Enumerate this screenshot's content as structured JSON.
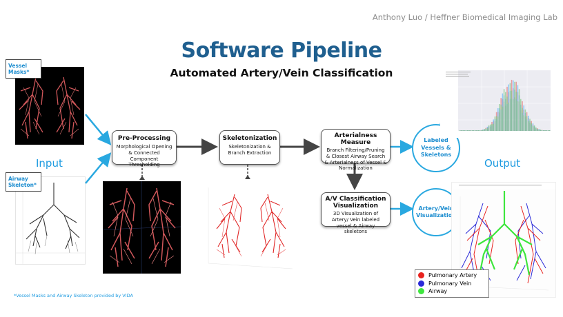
{
  "header": {
    "credit": "Anthony Luo / Heffner Biomedical Imaging Lab",
    "title": "Software Pipeline",
    "subtitle": "Automated Artery/Vein Classification"
  },
  "inputs": {
    "section_label": "Input",
    "vessel_label": "Vessel Masks*",
    "airway_label": "Airway Skeleton*"
  },
  "steps": {
    "preprocessing": {
      "title": "Pre-Processing",
      "desc": "Morphological Opening & Connected Component Thresholding"
    },
    "skeletonization": {
      "title": "Skeletonization",
      "desc": "Skeletonization & Branch Extraction"
    },
    "arterialness": {
      "title": "Arterialness Measure",
      "desc": "Branch Filtering/Pruning & Closest Airway Search & Arterialness of Vessel & Normalization"
    },
    "visualization": {
      "title": "A/V Classification Visualization",
      "desc": "3D Visualization of Artery/ Vein labeled vessel & Airway skeletons"
    }
  },
  "outputs": {
    "section_label": "Output",
    "labeled": "Labeled Vessels & Skeletons",
    "visual": "Artery/Vein Visualization"
  },
  "legend": [
    {
      "label": "Pulmonary Artery",
      "color": "#e8231f"
    },
    {
      "label": "Pulmonary Vein",
      "color": "#2a2ad8"
    },
    {
      "label": "Airway",
      "color": "#3ee63e"
    }
  ],
  "footnote": "*Vessel Masks and Airway Skeleton provided by VIDA",
  "colors": {
    "accent": "#29a8e0",
    "title": "#1f5f8f",
    "vessel": "#c85a5a",
    "flow_arrow": "#444444"
  }
}
